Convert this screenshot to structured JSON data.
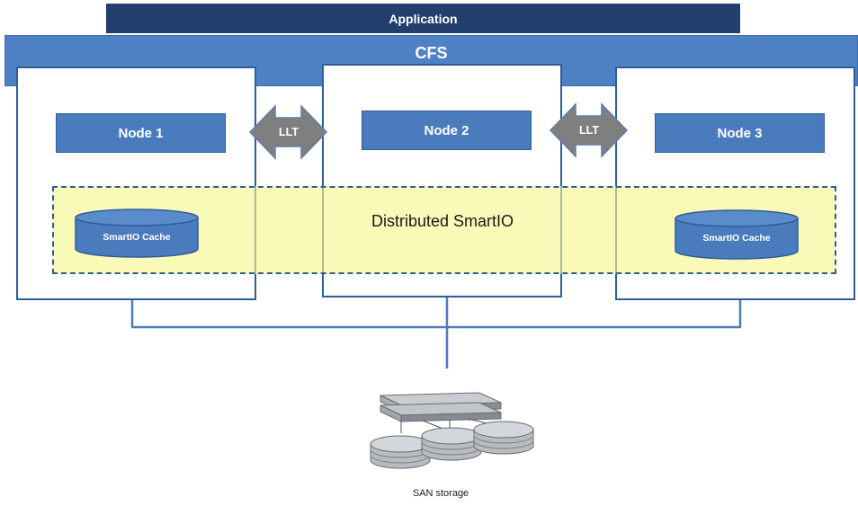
{
  "application_label": "Application",
  "cfs_label": "CFS",
  "nodes": [
    {
      "label": "Node 1"
    },
    {
      "label": "Node 2"
    },
    {
      "label": "Node 3"
    }
  ],
  "llt_links": [
    {
      "label": "LLT"
    },
    {
      "label": "LLT"
    }
  ],
  "distributed_label": "Distributed SmartIO",
  "caches": [
    {
      "label": "SmartIO Cache"
    },
    {
      "label": "SmartIO Cache"
    }
  ],
  "san_label": "SAN storage",
  "colors": {
    "application_bar": "#223f6e",
    "cfs_bar": "#4f82c4",
    "node_label": "#4a7cbd",
    "border": "#2f5d9c",
    "band": "#f6f68c",
    "llt_arrow": "#7f7f7f"
  }
}
